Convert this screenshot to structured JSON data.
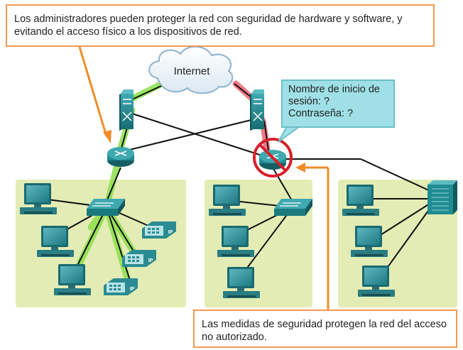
{
  "callouts": {
    "top": "Los administradores pueden proteger la red con seguridad de hardware y software, y evitando el acceso físico a los dispositivos de red.",
    "bottom": "Las medidas de seguridad protegen la red del acceso no autorizado."
  },
  "internet_label": "Internet",
  "login_prompt": {
    "line1": "Nombre de inicio de",
    "line2": "sesión: ?",
    "line3": "Contraseña: ?"
  },
  "phone_label": "IP",
  "colors": {
    "callout_border": "#f29a55",
    "arrow": "#f28c28",
    "zone_fill": "#e3ecb4",
    "device_teal": "#1f8c92",
    "green_link_glow": "#8be04a",
    "red_link_glow": "#f05a6a",
    "blocked_circle": "#d6202a",
    "bubble_fill": "#9fe0e6"
  }
}
